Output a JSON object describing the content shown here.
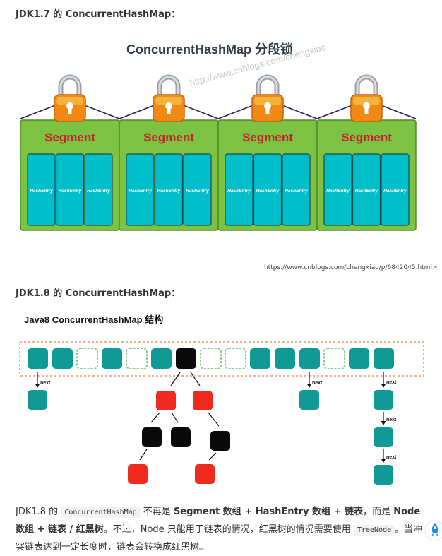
{
  "section1": {
    "heading": "JDK1.7 的 ConcurrentHashMap：",
    "diagram_title": "ConcurrentHashMap 分段锁",
    "watermark": "http://www.cnblogs.com/chengxiao",
    "segment_label": "Segment",
    "entry_label": "HashEntry",
    "source_link": "https://www.cnblogs.com/chengxiao/p/6842045.html>"
  },
  "section2": {
    "heading": "JDK1.8 的 ConcurrentHashMap：",
    "diagram_title": "Java8 ConcurrentHashMap 结构",
    "next_label": "next"
  },
  "paragraph": {
    "p1": "JDK1.8 的 ",
    "code1": "ConcurrentHashMap",
    "p2": " 不再是 ",
    "b1": "Segment 数组 + HashEntry 数组 + 链表",
    "p3": "，而是 ",
    "b2": "Node 数组 + 链表 / 红黑树",
    "p4": "。不过，Node 只能用于链表的情况，红黑树的情况需要使用 ",
    "code2": "TreeNode",
    "p5": "。当冲突链表达到一定长度时，链表会转换成红黑树。"
  },
  "colors": {
    "segment_green": "#7dc242",
    "entry_teal": "#00bfc8",
    "segment_red": "#c8202a",
    "node_teal": "#0f9a96",
    "tree_red": "#ee2b1c",
    "tree_black": "#0a0a0a",
    "array_border": "#f2b38a"
  }
}
